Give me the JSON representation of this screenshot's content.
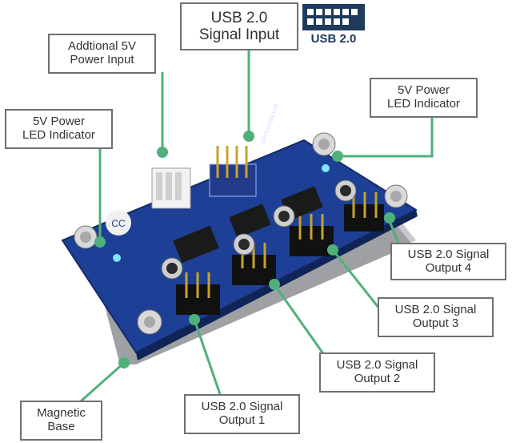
{
  "colors": {
    "leader_line": "#4fb07a",
    "callout_border": "#707070",
    "callout_text": "#333333",
    "pcb": "#1d3f95",
    "badge": "#1e3a5c"
  },
  "callouts": {
    "usb_input": {
      "line1": "USB 2.0",
      "line2": "Signal Input"
    },
    "extra_power": {
      "line1": "Addtional  5V",
      "line2": "Power Input"
    },
    "led_left": {
      "line1": "5V Power",
      "line2": "LED  Indicator"
    },
    "led_right": {
      "line1": "5V Power",
      "line2": "LED  Indicator"
    },
    "output4": {
      "line1": "USB 2.0 Signal",
      "line2": "Output  4"
    },
    "output3": {
      "line1": "USB 2.0 Signal",
      "line2": "Output  3"
    },
    "output2": {
      "line1": "USB 2.0 Signal",
      "line2": "Output  2"
    },
    "output1": {
      "line1": "USB 2.0 Signal",
      "line2": "Output  1"
    },
    "magnetic": {
      "line1": "Magnetic",
      "line2": "Base"
    }
  },
  "badge": {
    "label": "USB 2.0",
    "icon": "usb-connector-icon"
  },
  "board": {
    "silk_text": "SP03-USB4-V08",
    "logo": "CC"
  }
}
